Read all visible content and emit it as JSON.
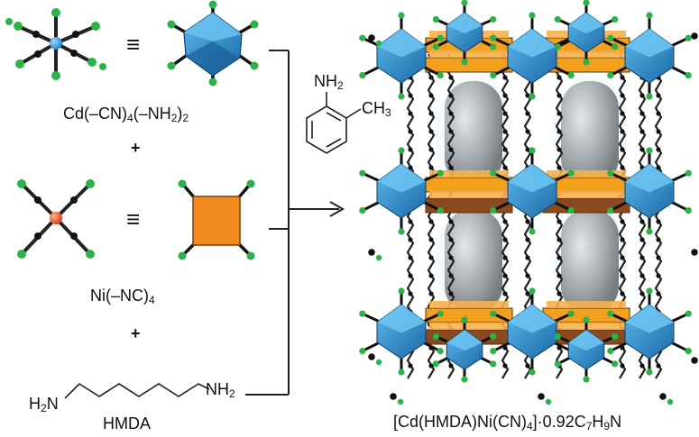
{
  "reactants": {
    "cd": {
      "formula": {
        "a": "Cd(–CN)",
        "s1": "4",
        "b": "(–NH",
        "s2": "2",
        "c": ")",
        "s3": "2"
      },
      "equiv_symbol": "≡",
      "sphere_color": "#2b8fd6"
    },
    "plus1": "+",
    "ni": {
      "formula": {
        "a": "Ni(–NC)",
        "s1": "4"
      },
      "equiv_symbol": "≡",
      "sphere_color": "#e0501e",
      "square_color": "#f28a1e"
    },
    "plus2": "+",
    "hmda": {
      "left_group": {
        "a": "H",
        "s1": "2",
        "b": "N"
      },
      "right_group": {
        "a": "NH",
        "s1": "2"
      },
      "name": "HMDA"
    }
  },
  "guest": {
    "amine": {
      "a": "NH",
      "s1": "2"
    },
    "methyl": {
      "a": "CH",
      "s1": "3"
    }
  },
  "product": {
    "formula": {
      "a": "[Cd(HMDA)Ni(CN)",
      "s1": "4",
      "b": "]·0.92C",
      "s2": "7",
      "c": "H",
      "s3": "9",
      "d": "N"
    },
    "octahedron_color": "#2f8fd0",
    "square_color": "#f2a01e",
    "guest_color": "#8a8a8a"
  },
  "colors": {
    "carbon": "#111111",
    "nitrogen": "#2db24a",
    "bond": "#222222"
  }
}
